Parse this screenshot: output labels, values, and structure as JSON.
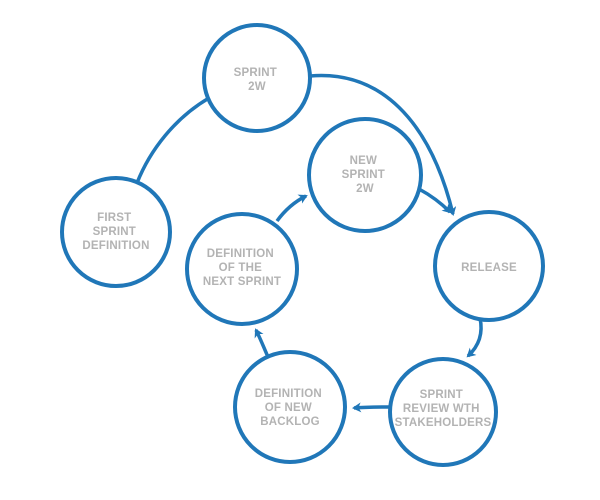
{
  "diagram": {
    "accent_color": "#2077b8",
    "label_color": "#b3b3b3",
    "nodes": {
      "sprint_2w": {
        "lines": [
          "SPRINT",
          "2W"
        ]
      },
      "first_sprint_definition": {
        "lines": [
          "FIRST",
          "SPRINT",
          "DEFINITION"
        ]
      },
      "new_sprint_2w": {
        "lines": [
          "NEW",
          "SPRINT",
          "2W"
        ]
      },
      "definition_next_sprint": {
        "lines": [
          "DEFINITION",
          "OF THE",
          "NEXT SPRINT"
        ]
      },
      "release": {
        "lines": [
          "RELEASE"
        ]
      },
      "definition_new_backlog": {
        "lines": [
          "DEFINITION",
          "OF NEW",
          "BACKLOG"
        ]
      },
      "sprint_review": {
        "lines": [
          "SPRINT",
          "REVIEW WTH",
          "STAKEHOLDERS"
        ]
      }
    }
  }
}
